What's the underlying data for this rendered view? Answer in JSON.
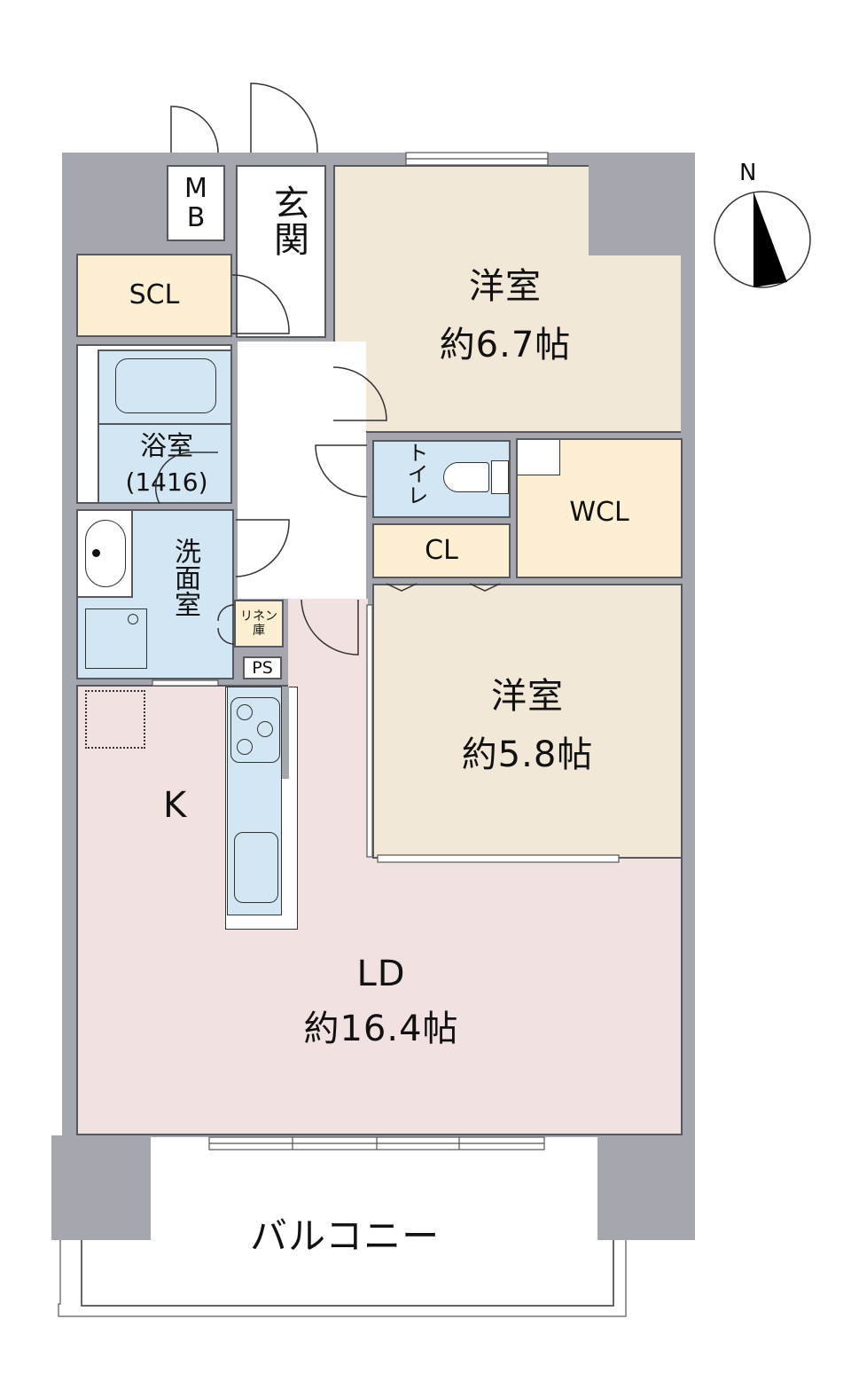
{
  "floorplan": {
    "rooms": {
      "western_room_1": {
        "name": "洋室",
        "size": "約6.7帖"
      },
      "western_room_2": {
        "name": "洋室",
        "size": "約5.8帖"
      },
      "ld": {
        "name": "LD",
        "size": "約16.4帖"
      },
      "kitchen": {
        "name": "K"
      },
      "entrance": {
        "name": "玄関"
      },
      "mb": {
        "name": "MB"
      },
      "scl": {
        "name": "SCL"
      },
      "bathroom": {
        "name": "浴室",
        "size": "(1416)"
      },
      "washroom": {
        "name": "洗面室"
      },
      "toilet": {
        "name": "トイレ"
      },
      "cl": {
        "name": "CL"
      },
      "wcl": {
        "name": "WCL"
      },
      "linen": {
        "name": "リネン",
        "name2": "庫"
      },
      "ps": {
        "name": "PS"
      },
      "balcony": {
        "name": "バルコニー"
      }
    },
    "compass": {
      "label": "N"
    },
    "colors": {
      "wall": "#a4a7ad",
      "western_room": "#f2e8d8",
      "storage": "#fdefd1",
      "wet_area": "#d3e6f4",
      "ldk": "#f1e1e0"
    }
  }
}
